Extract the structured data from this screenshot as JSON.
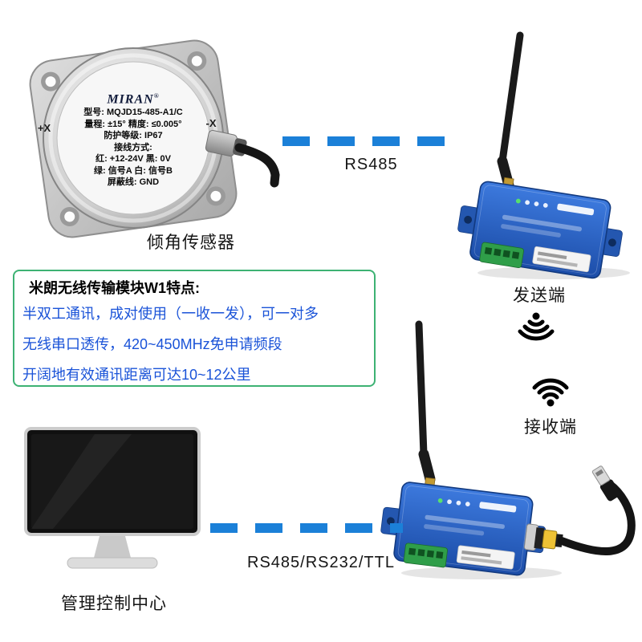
{
  "sensor": {
    "caption": "倾角传感器",
    "brand": "MIRAN",
    "brand_reg": "®",
    "left_axis": "+X",
    "right_axis": "-X",
    "label_lines": [
      "型号: MQJD15-485-A1/C",
      "量程: ±15° 精度: ≤0.005°",
      "防护等级: IP67",
      "接线方式:",
      "红: +12-24V  黑: 0V",
      "绿: 信号A 白: 信号B",
      "屏蔽线: GND"
    ]
  },
  "links": {
    "sensor_to_transmitter": "RS485",
    "receiver_to_center": "RS485/RS232/TTL"
  },
  "features": {
    "title": "米朗无线传输模块W1特点:",
    "lines": [
      "半双工通讯，成对使用（一收一发），可一对多",
      "无线串口透传，420~450MHz免申请频段",
      "开阔地有效通讯距离可达10~12公里"
    ]
  },
  "transmitter": {
    "caption": "发送端"
  },
  "receiver": {
    "caption": "接收端"
  },
  "control_center": {
    "caption": "管理控制中心"
  },
  "icons": {
    "transmit": "wifi-waves-down",
    "receive": "wifi-waves-up"
  },
  "colors": {
    "dash_blue": "#1b80d8",
    "feature_border": "#3db273",
    "feature_text": "#1a53d8",
    "module_blue": "#2a62c8",
    "terminal_green": "#2f9e49"
  }
}
